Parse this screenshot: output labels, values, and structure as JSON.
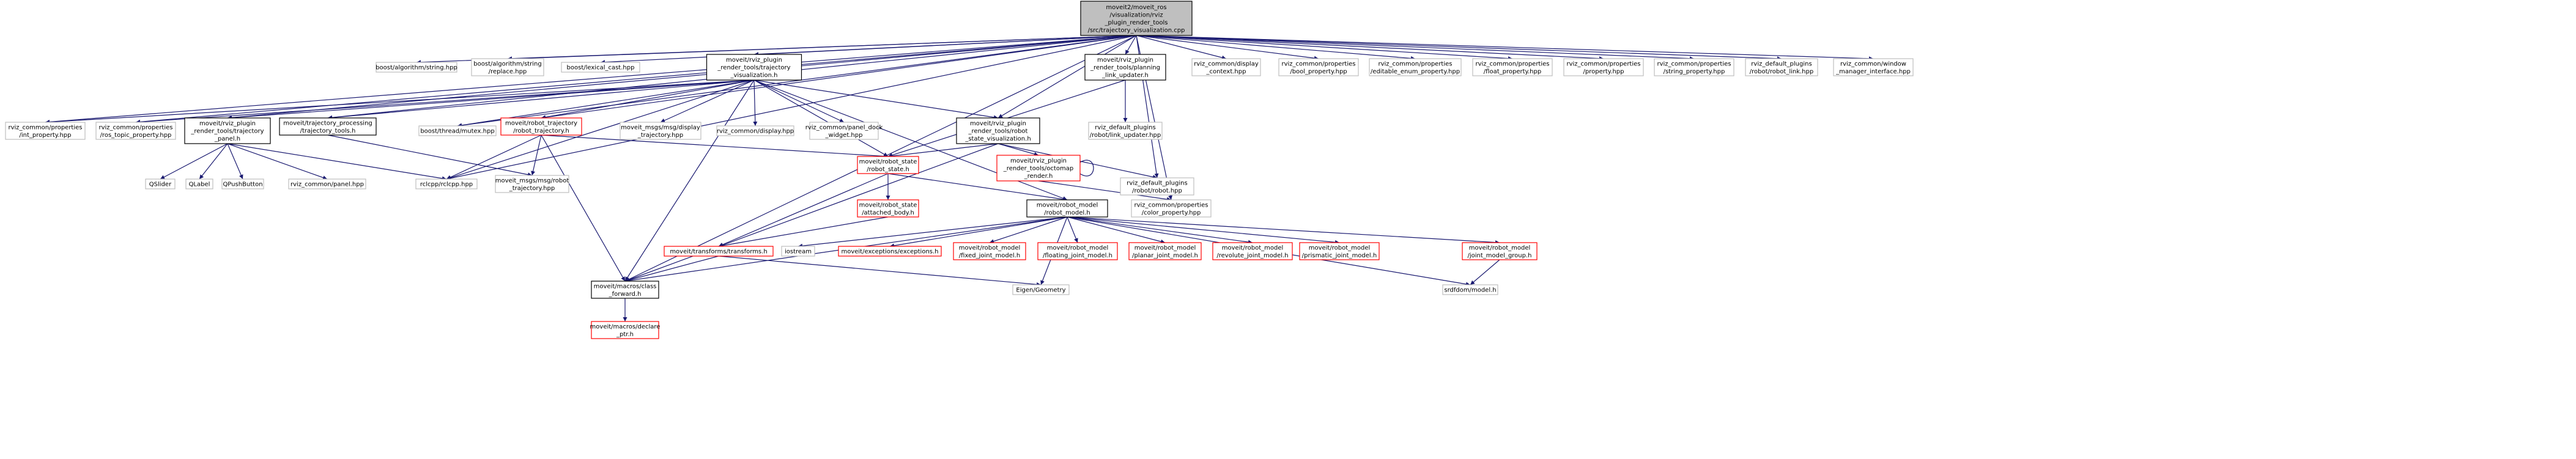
{
  "nodes": [
    {
      "id": "root",
      "type": "root",
      "lines": [
        "moveit2/moveit_ros",
        "/visualization/rviz",
        "_plugin_render_tools",
        "/src/trajectory_visualization.cpp"
      ]
    },
    {
      "id": "n_traj_vis_h",
      "type": "defined",
      "lines": [
        "moveit/rviz_plugin",
        "_render_tools/trajectory",
        "_visualization.h"
      ]
    },
    {
      "id": "n_planning_link",
      "type": "defined",
      "lines": [
        "moveit/rviz_plugin",
        "_render_tools/planning",
        "_link_updater.h"
      ]
    },
    {
      "id": "n_robot_state_vis",
      "type": "defined",
      "lines": [
        "moveit/rviz_plugin",
        "_render_tools/robot",
        "_state_visualization.h"
      ]
    },
    {
      "id": "n_traj_panel",
      "type": "defined",
      "lines": [
        "moveit/rviz_plugin",
        "_render_tools/trajectory",
        "_panel.h"
      ]
    },
    {
      "id": "n_traj_tools",
      "type": "defined",
      "lines": [
        "moveit/trajectory_processing",
        "/trajectory_tools.h"
      ]
    },
    {
      "id": "n_robot_traj",
      "type": "missing",
      "lines": [
        "moveit/robot_trajectory",
        "/robot_trajectory.h"
      ]
    },
    {
      "id": "n_robot_state",
      "type": "missing",
      "lines": [
        "moveit/robot_state",
        "/robot_state.h"
      ]
    },
    {
      "id": "n_octomap",
      "type": "missing",
      "lines": [
        "moveit/rviz_plugin",
        "_render_tools/octomap",
        "_render.h"
      ]
    },
    {
      "id": "n_attached",
      "type": "missing",
      "lines": [
        "moveit/robot_state",
        "/attached_body.h"
      ]
    },
    {
      "id": "n_robot_model",
      "type": "defined",
      "lines": [
        "moveit/robot_model",
        "/robot_model.h"
      ]
    },
    {
      "id": "n_transforms",
      "type": "missing",
      "lines": [
        "moveit/transforms/transforms.h"
      ]
    },
    {
      "id": "n_class_fwd",
      "type": "defined",
      "lines": [
        "moveit/macros/class",
        "_forward.h"
      ]
    },
    {
      "id": "n_declare_ptr",
      "type": "missing",
      "lines": [
        "moveit/macros/declare",
        "_ptr.h"
      ]
    },
    {
      "id": "n_exceptions",
      "type": "missing",
      "lines": [
        "moveit/exceptions/exceptions.h"
      ]
    },
    {
      "id": "n_fixed",
      "type": "missing",
      "lines": [
        "moveit/robot_model",
        "/fixed_joint_model.h"
      ]
    },
    {
      "id": "n_floating",
      "type": "missing",
      "lines": [
        "moveit/robot_model",
        "/floating_joint_model.h"
      ]
    },
    {
      "id": "n_planar",
      "type": "missing",
      "lines": [
        "moveit/robot_model",
        "/planar_joint_model.h"
      ]
    },
    {
      "id": "n_revolute",
      "type": "missing",
      "lines": [
        "moveit/robot_model",
        "/revolute_joint_model.h"
      ]
    },
    {
      "id": "n_prismatic",
      "type": "missing",
      "lines": [
        "moveit/robot_model",
        "/prismatic_joint_model.h"
      ]
    },
    {
      "id": "n_joint_group",
      "type": "missing",
      "lines": [
        "moveit/robot_model",
        "/joint_model_group.h"
      ]
    },
    {
      "id": "n_boost_string",
      "type": "external",
      "lines": [
        "boost/algorithm/string.hpp"
      ]
    },
    {
      "id": "n_boost_replace",
      "type": "external",
      "lines": [
        "boost/algorithm/string",
        "/replace.hpp"
      ]
    },
    {
      "id": "n_boost_lexical",
      "type": "external",
      "lines": [
        "boost/lexical_cast.hpp"
      ]
    },
    {
      "id": "n_display_context",
      "type": "external",
      "lines": [
        "rviz_common/display",
        "_context.hpp"
      ]
    },
    {
      "id": "n_bool_prop",
      "type": "external",
      "lines": [
        "rviz_common/properties",
        "/bool_property.hpp"
      ]
    },
    {
      "id": "n_enum_prop",
      "type": "external",
      "lines": [
        "rviz_common/properties",
        "/editable_enum_property.hpp"
      ]
    },
    {
      "id": "n_float_prop",
      "type": "external",
      "lines": [
        "rviz_common/properties",
        "/float_property.hpp"
      ]
    },
    {
      "id": "n_property",
      "type": "external",
      "lines": [
        "rviz_common/properties",
        "/property.hpp"
      ]
    },
    {
      "id": "n_string_prop",
      "type": "external",
      "lines": [
        "rviz_common/properties",
        "/string_property.hpp"
      ]
    },
    {
      "id": "n_robot_link",
      "type": "external",
      "lines": [
        "rviz_default_plugins",
        "/robot/robot_link.hpp"
      ]
    },
    {
      "id": "n_window_mgr",
      "type": "external",
      "lines": [
        "rviz_common/window",
        "_manager_interface.hpp"
      ]
    },
    {
      "id": "n_int_prop",
      "type": "external",
      "lines": [
        "rviz_common/properties",
        "/int_property.hpp"
      ]
    },
    {
      "id": "n_ros_topic",
      "type": "external",
      "lines": [
        "rviz_common/properties",
        "/ros_topic_property.hpp"
      ]
    },
    {
      "id": "n_boost_mutex",
      "type": "external",
      "lines": [
        "boost/thread/mutex.hpp"
      ]
    },
    {
      "id": "n_display_traj",
      "type": "external",
      "lines": [
        "moveit_msgs/msg/display",
        "_trajectory.hpp"
      ]
    },
    {
      "id": "n_rc_display",
      "type": "external",
      "lines": [
        "rviz_common/display.hpp"
      ]
    },
    {
      "id": "n_panel_dock",
      "type": "external",
      "lines": [
        "rviz_common/panel_dock",
        "_widget.hpp"
      ]
    },
    {
      "id": "n_default_link_updater",
      "type": "external",
      "lines": [
        "rviz_default_plugins",
        "/robot/link_updater.hpp"
      ]
    },
    {
      "id": "n_default_robot",
      "type": "external",
      "lines": [
        "rviz_default_plugins",
        "/robot/robot.hpp"
      ]
    },
    {
      "id": "n_color_prop",
      "type": "external",
      "lines": [
        "rviz_common/properties",
        "/color_property.hpp"
      ]
    },
    {
      "id": "n_qslider",
      "type": "external",
      "lines": [
        "QSlider"
      ]
    },
    {
      "id": "n_qlabel",
      "type": "external",
      "lines": [
        "QLabel"
      ]
    },
    {
      "id": "n_qpush",
      "type": "external",
      "lines": [
        "QPushButton"
      ]
    },
    {
      "id": "n_rc_panel",
      "type": "external",
      "lines": [
        "rviz_common/panel.hpp"
      ]
    },
    {
      "id": "n_rclcpp",
      "type": "external",
      "lines": [
        "rclcpp/rclcpp.hpp"
      ]
    },
    {
      "id": "n_robot_traj_msg",
      "type": "external",
      "lines": [
        "moveit_msgs/msg/robot",
        "_trajectory.hpp"
      ]
    },
    {
      "id": "n_iostream",
      "type": "external",
      "lines": [
        "iostream"
      ]
    },
    {
      "id": "n_eigen",
      "type": "external",
      "lines": [
        "Eigen/Geometry"
      ]
    },
    {
      "id": "n_srdf",
      "type": "external",
      "lines": [
        "srdfdom/model.h"
      ]
    }
  ],
  "edges": [
    [
      "root",
      "n_traj_vis_h"
    ],
    [
      "root",
      "n_planning_link"
    ],
    [
      "root",
      "n_robot_state_vis"
    ],
    [
      "root",
      "n_boost_string"
    ],
    [
      "root",
      "n_boost_replace"
    ],
    [
      "root",
      "n_boost_lexical"
    ],
    [
      "root",
      "n_display_context"
    ],
    [
      "root",
      "n_bool_prop"
    ],
    [
      "root",
      "n_enum_prop"
    ],
    [
      "root",
      "n_float_prop"
    ],
    [
      "root",
      "n_property"
    ],
    [
      "root",
      "n_string_prop"
    ],
    [
      "root",
      "n_robot_link"
    ],
    [
      "root",
      "n_window_mgr"
    ],
    [
      "root",
      "n_int_prop"
    ],
    [
      "root",
      "n_ros_topic"
    ],
    [
      "root",
      "n_traj_panel"
    ],
    [
      "root",
      "n_traj_tools"
    ],
    [
      "root",
      "n_boost_mutex"
    ],
    [
      "root",
      "n_robot_traj"
    ],
    [
      "root",
      "n_rclcpp"
    ],
    [
      "root",
      "n_class_fwd"
    ],
    [
      "root",
      "n_default_robot"
    ],
    [
      "root",
      "n_color_prop"
    ],
    [
      "n_traj_vis_h",
      "n_int_prop"
    ],
    [
      "n_traj_vis_h",
      "n_ros_topic"
    ],
    [
      "n_traj_vis_h",
      "n_traj_panel"
    ],
    [
      "n_traj_vis_h",
      "n_traj_tools"
    ],
    [
      "n_traj_vis_h",
      "n_boost_mutex"
    ],
    [
      "n_traj_vis_h",
      "n_robot_traj"
    ],
    [
      "n_traj_vis_h",
      "n_display_traj"
    ],
    [
      "n_traj_vis_h",
      "n_rc_display"
    ],
    [
      "n_traj_vis_h",
      "n_panel_dock"
    ],
    [
      "n_traj_vis_h",
      "n_robot_state_vis"
    ],
    [
      "n_traj_vis_h",
      "n_robot_state"
    ],
    [
      "n_traj_vis_h",
      "n_robot_model"
    ],
    [
      "n_traj_vis_h",
      "n_class_fwd"
    ],
    [
      "n_traj_vis_h",
      "n_rclcpp"
    ],
    [
      "n_traj_panel",
      "n_qslider"
    ],
    [
      "n_traj_panel",
      "n_qlabel"
    ],
    [
      "n_traj_panel",
      "n_qpush"
    ],
    [
      "n_traj_panel",
      "n_rc_panel"
    ],
    [
      "n_traj_panel",
      "n_rclcpp"
    ],
    [
      "n_traj_tools",
      "n_robot_traj_msg"
    ],
    [
      "n_robot_traj",
      "n_robot_state"
    ],
    [
      "n_robot_traj",
      "n_robot_traj_msg"
    ],
    [
      "n_robot_traj",
      "n_rclcpp"
    ],
    [
      "n_robot_traj",
      "n_class_fwd"
    ],
    [
      "n_planning_link",
      "n_default_link_updater"
    ],
    [
      "n_planning_link",
      "n_robot_state"
    ],
    [
      "n_robot_state_vis",
      "n_robot_state"
    ],
    [
      "n_robot_state_vis",
      "n_octomap"
    ],
    [
      "n_robot_state_vis",
      "n_default_robot"
    ],
    [
      "n_robot_state_vis",
      "n_class_fwd"
    ],
    [
      "n_octomap",
      "n_octomap"
    ],
    [
      "n_octomap",
      "n_color_prop"
    ],
    [
      "n_robot_state",
      "n_attached"
    ],
    [
      "n_robot_state",
      "n_robot_model"
    ],
    [
      "n_robot_state",
      "n_transforms"
    ],
    [
      "n_attached",
      "n_transforms"
    ],
    [
      "n_transforms",
      "n_class_fwd"
    ],
    [
      "n_transforms",
      "n_eigen"
    ],
    [
      "n_class_fwd",
      "n_declare_ptr"
    ],
    [
      "n_robot_model",
      "n_iostream"
    ],
    [
      "n_robot_model",
      "n_exceptions"
    ],
    [
      "n_robot_model",
      "n_fixed"
    ],
    [
      "n_robot_model",
      "n_floating"
    ],
    [
      "n_robot_model",
      "n_planar"
    ],
    [
      "n_robot_model",
      "n_revolute"
    ],
    [
      "n_robot_model",
      "n_prismatic"
    ],
    [
      "n_robot_model",
      "n_joint_group"
    ],
    [
      "n_robot_model",
      "n_class_fwd"
    ],
    [
      "n_robot_model",
      "n_eigen"
    ],
    [
      "n_robot_model",
      "n_srdf"
    ],
    [
      "n_joint_group",
      "n_srdf"
    ]
  ]
}
